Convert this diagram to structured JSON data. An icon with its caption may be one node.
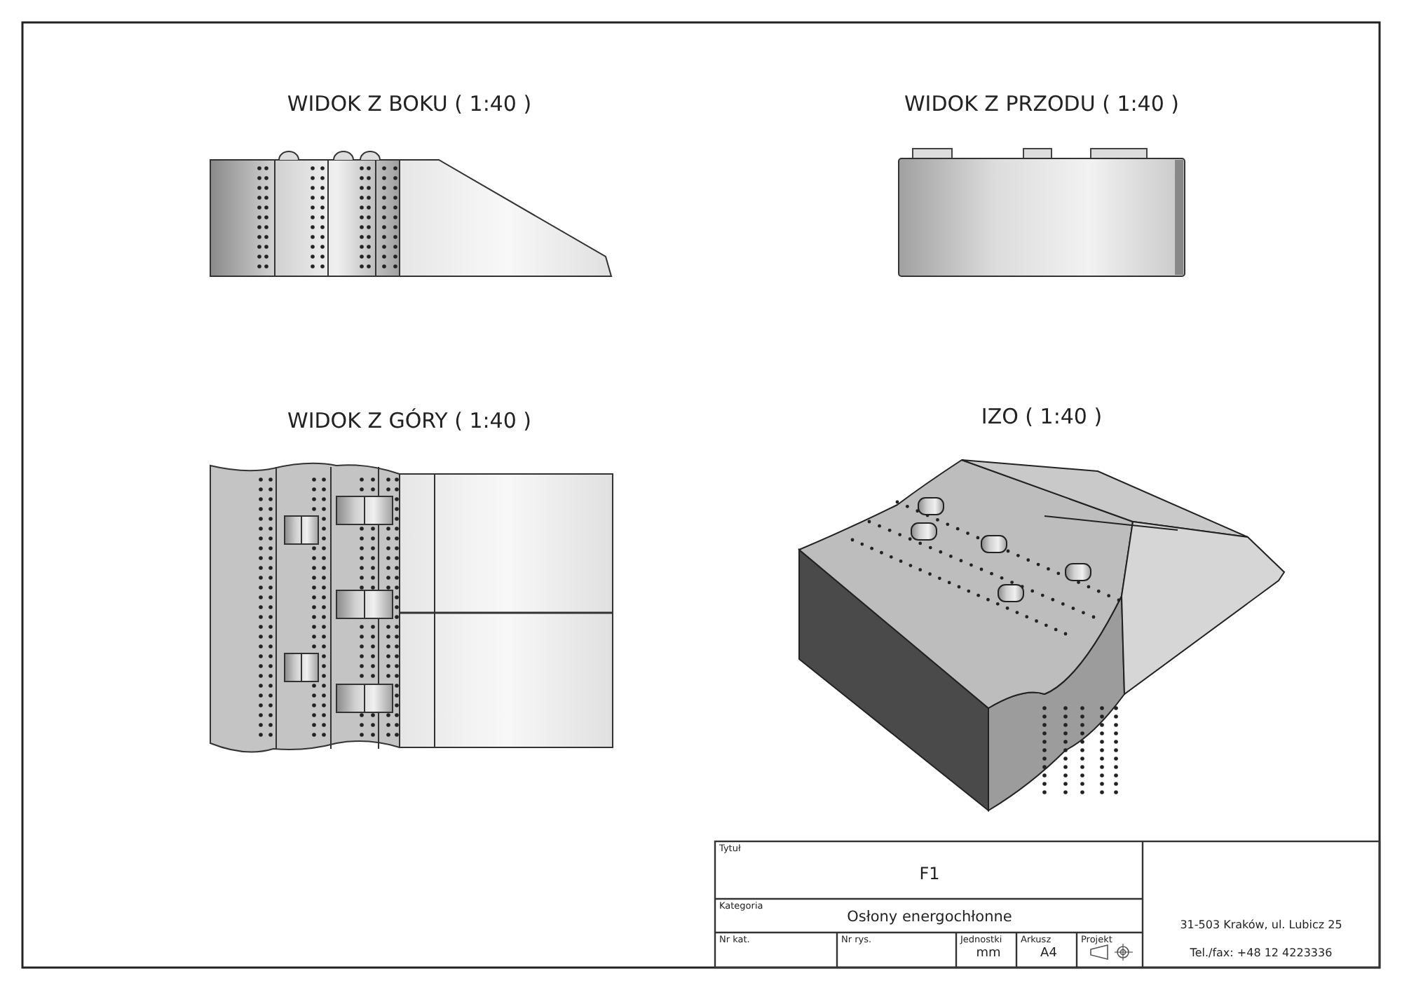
{
  "diagram": {
    "labels": [
      "WIDOK Z BOKU ( 1:40 )",
      "WIDOK Z PRZODU ( 1:40 )",
      "WIDOK Z GÓRY ( 1:40 )",
      "IZO ( 1:40 )",
      "Tytuł",
      "F1",
      "Kategoria",
      "Osłony energochłonne",
      "Nr kat.",
      "Nr rys.",
      "Jednostki",
      "mm",
      "Arkusz",
      "A4",
      "Projekt",
      "31-503 Kraków, ul. Lubicz 25",
      "Tel./fax: +48 12 4223336"
    ]
  }
}
